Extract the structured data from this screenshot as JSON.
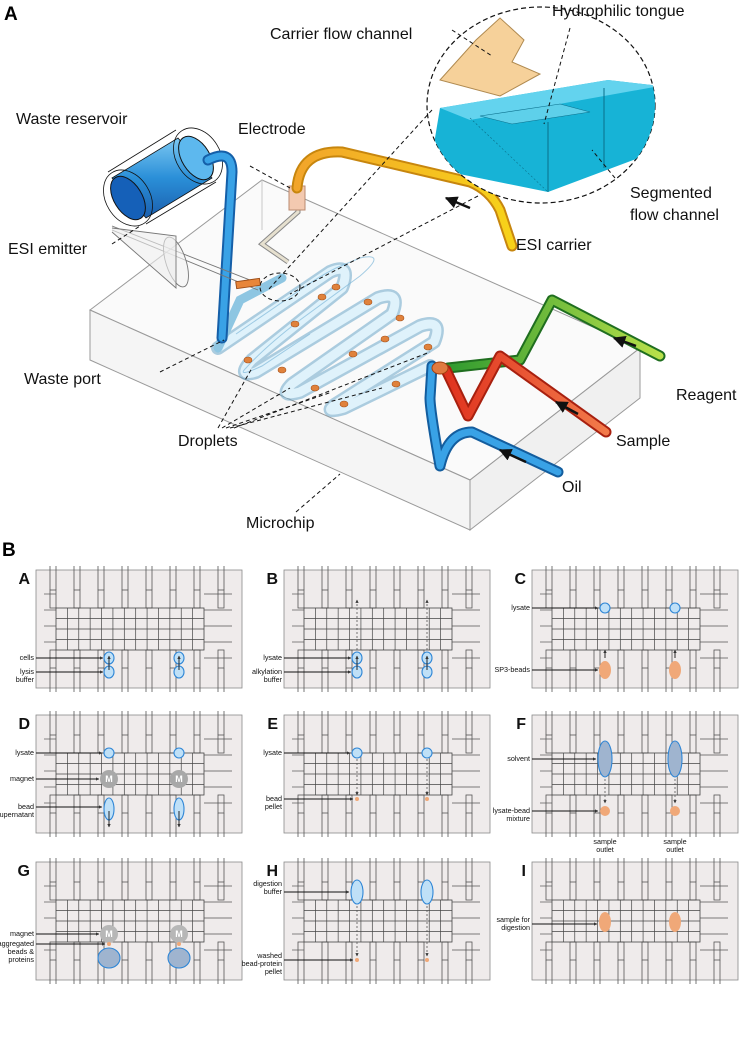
{
  "panel_a": {
    "letter": "A",
    "labels": {
      "carrier": "Carrier flow channel",
      "tongue": "Hydrophilic tongue",
      "waste_reservoir": "Waste reservoir",
      "electrode": "Electrode",
      "segmented_1": "Segmented",
      "segmented_2": "flow channel",
      "esi_carrier": "ESI carrier",
      "esi_emitter": "ESI emitter",
      "waste_port": "Waste port",
      "reagent": "Reagent",
      "sample": "Sample",
      "droplets": "Droplets",
      "oil": "Oil",
      "microchip": "Microchip"
    }
  },
  "panel_b": {
    "letter": "B",
    "subpanels": [
      {
        "letter": "A",
        "labels": [
          "cells",
          "lysis|buffer"
        ]
      },
      {
        "letter": "B",
        "labels": [
          "lysate",
          "alkylation|buffer"
        ]
      },
      {
        "letter": "C",
        "labels": [
          "lysate",
          "SP3-beads"
        ]
      },
      {
        "letter": "D",
        "labels": [
          "lysate",
          "magnet",
          "bead|supernatant"
        ]
      },
      {
        "letter": "E",
        "labels": [
          "lysate",
          "bead|pellet"
        ]
      },
      {
        "letter": "F",
        "labels": [
          "solvent",
          "lysate-bead|mixture"
        ]
      },
      {
        "letter": "G",
        "labels": [
          "magnet",
          "aggregated|beads &|proteins"
        ]
      },
      {
        "letter": "H",
        "labels": [
          "digestion|buffer",
          "washed|bead-protein|pellet"
        ]
      },
      {
        "letter": "I",
        "labels": [
          "sample for|digestion"
        ],
        "top_labels": [
          "sample|outlet",
          "sample|outlet"
        ]
      }
    ],
    "magnet_symbol": "M"
  },
  "colors": {
    "droplet_blue": "#2f86d6",
    "droplet_fill": "#bfe0f7",
    "bead_orange": "#f0a878",
    "chip_bg": "#efebeb",
    "magnet_gray": "#a8a8a8",
    "solvent_fill": "#9fb4cf"
  }
}
